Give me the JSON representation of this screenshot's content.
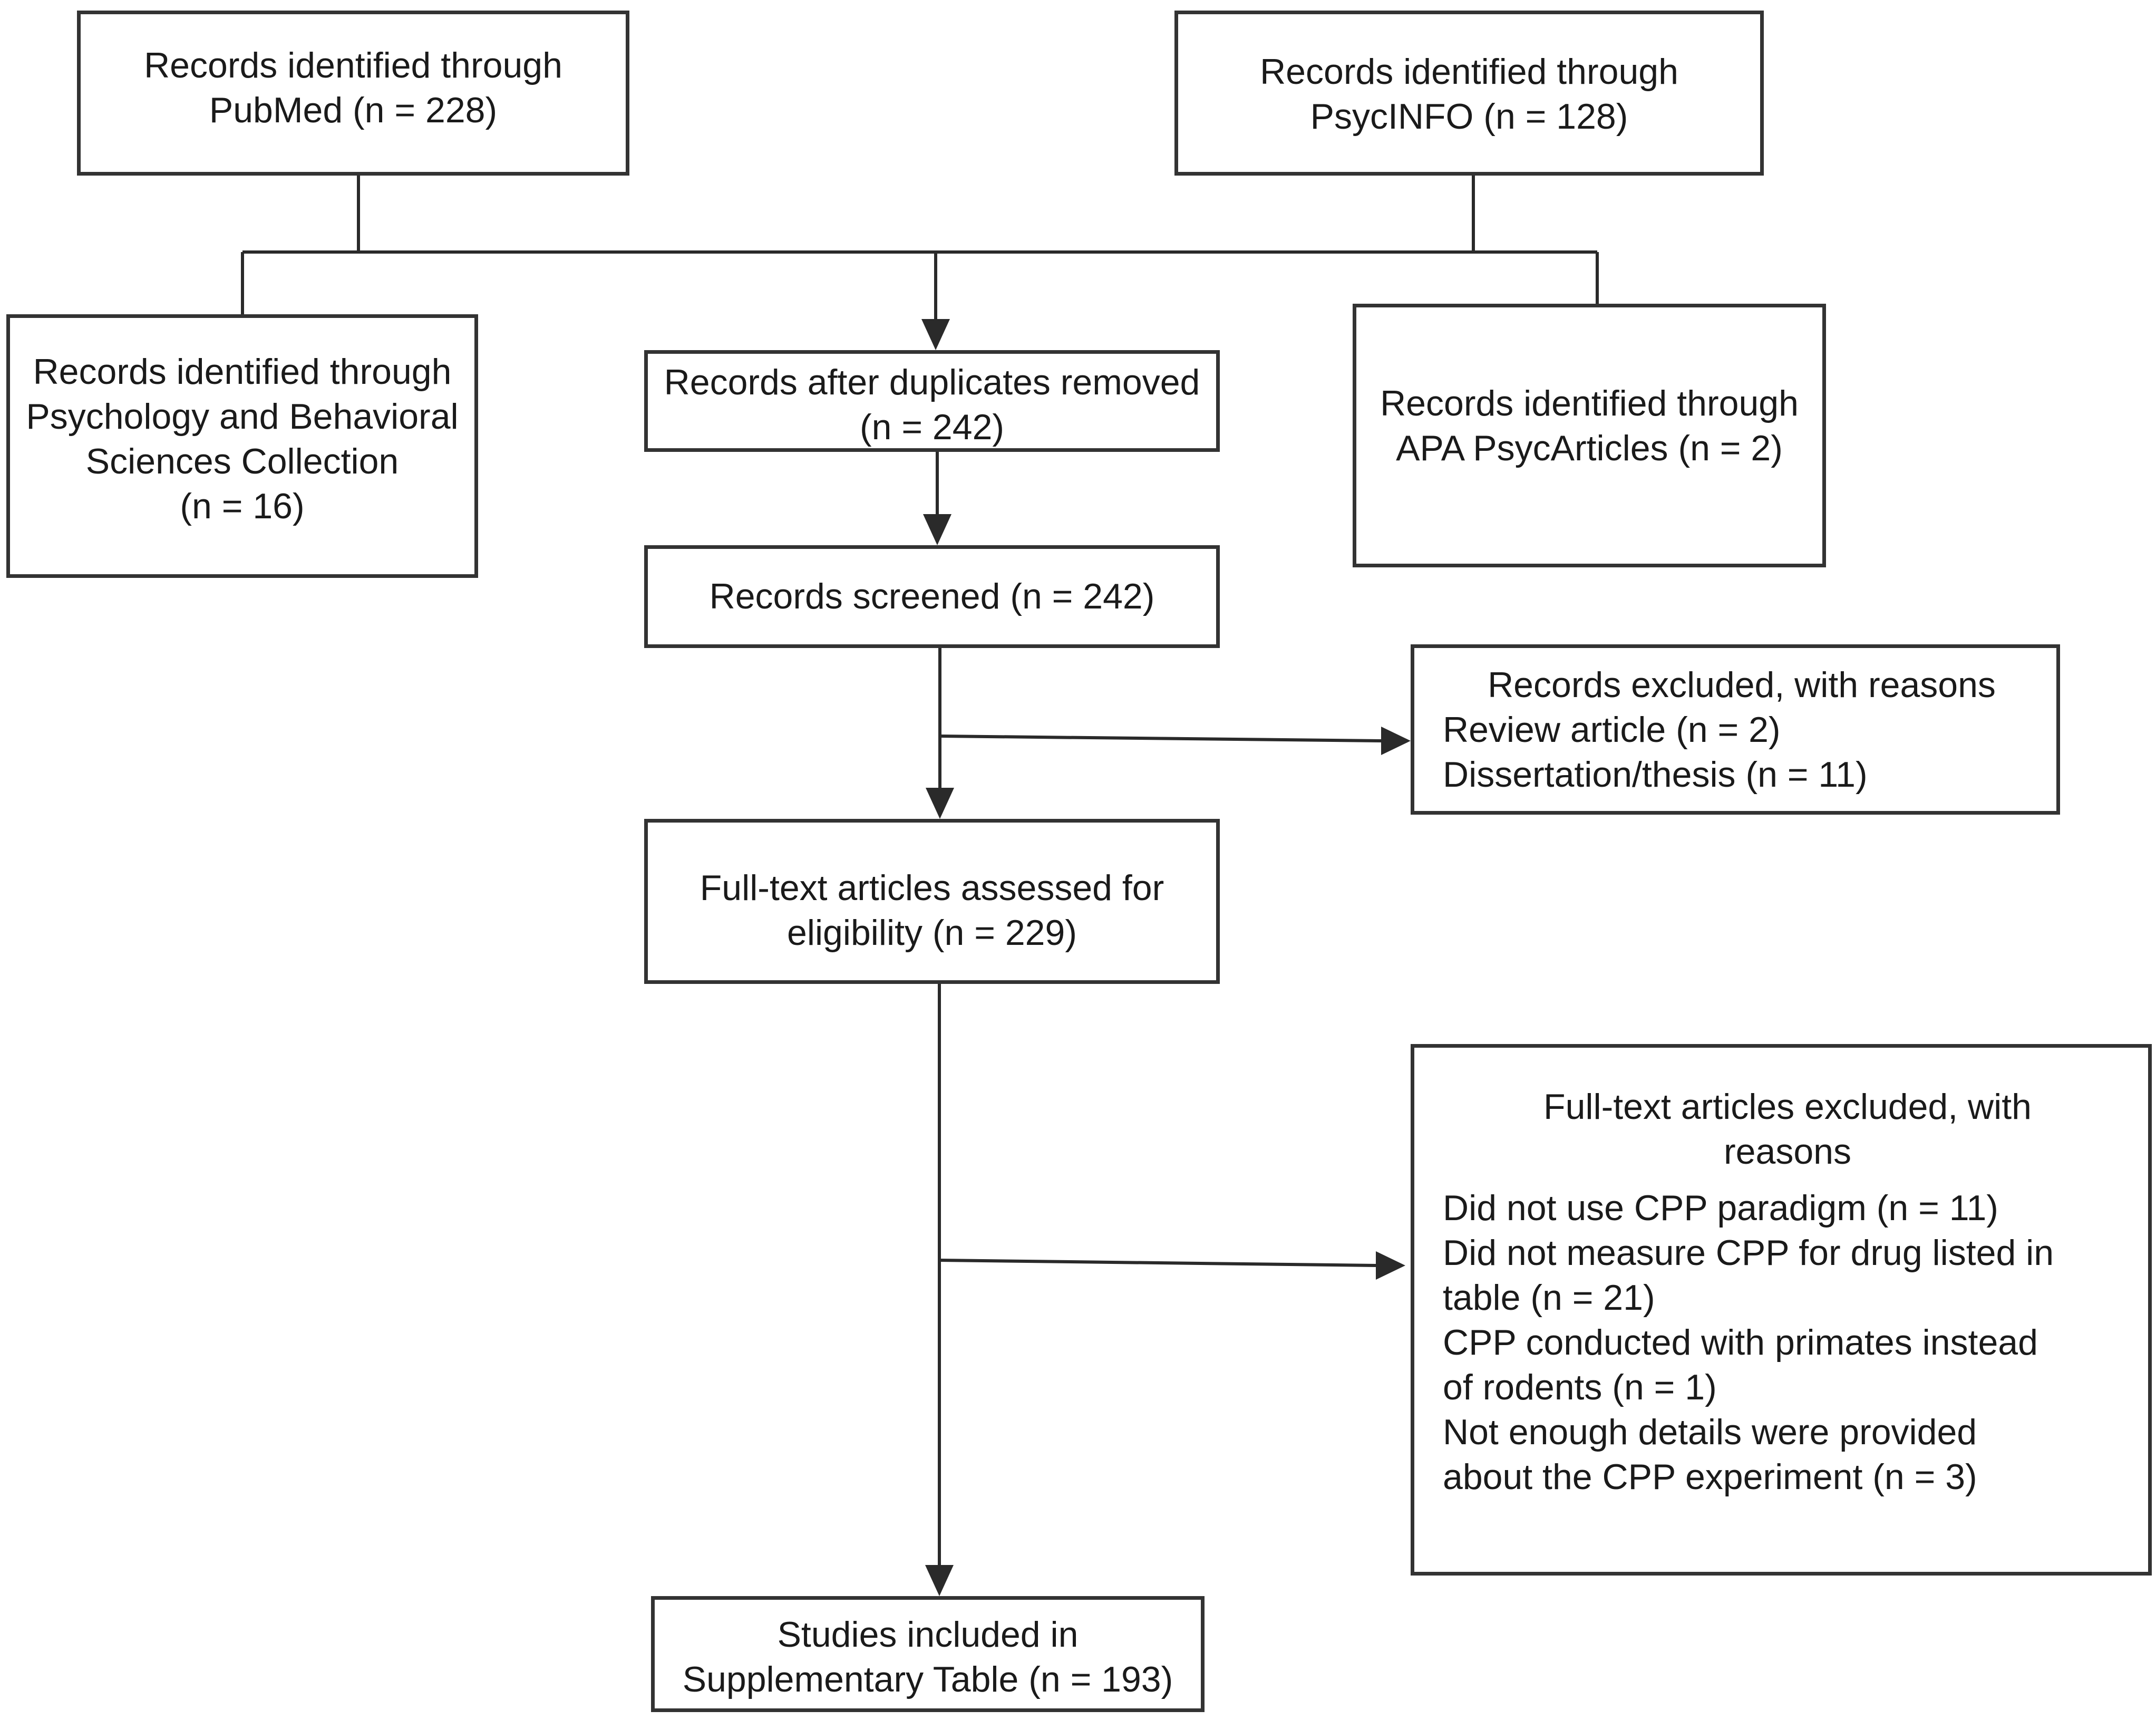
{
  "boxes": {
    "pubmed": {
      "lines": [
        "Records identified through",
        "PubMed (n = 228)"
      ]
    },
    "psycinfo": {
      "lines": [
        "Records identified through",
        "PsycINFO (n = 128)"
      ]
    },
    "psych_behav": {
      "lines": [
        "Records identified through",
        "Psychology and Behavioral",
        "Sciences Collection",
        "(n = 16)"
      ]
    },
    "duplicates_removed": {
      "lines": [
        "Records after duplicates removed",
        "(n = 242)"
      ]
    },
    "apa_psycarticles": {
      "lines": [
        "Records identified through",
        "APA PsycArticles (n = 2)"
      ]
    },
    "screened": {
      "lines": [
        "Records screened (n = 242)"
      ]
    },
    "records_excluded": {
      "heading": "Records excluded, with reasons",
      "items": [
        "Review article (n = 2)",
        "Dissertation/thesis (n = 11)"
      ]
    },
    "fulltext_assessed": {
      "lines": [
        "Full-text articles assessed for",
        "eligibility (n = 229)"
      ]
    },
    "fulltext_excluded": {
      "heading": [
        "Full-text articles excluded, with",
        "reasons"
      ],
      "items": [
        "Did not use CPP paradigm (n = 11)",
        "Did not measure CPP for drug listed in",
        "table (n = 21)",
        "CPP conducted with primates instead",
        "of rodents (n = 1)",
        "Not enough details were provided",
        "about the CPP experiment (n = 3)"
      ]
    },
    "included": {
      "lines": [
        "Studies included in",
        "Supplementary Table (n = 193)"
      ]
    }
  }
}
